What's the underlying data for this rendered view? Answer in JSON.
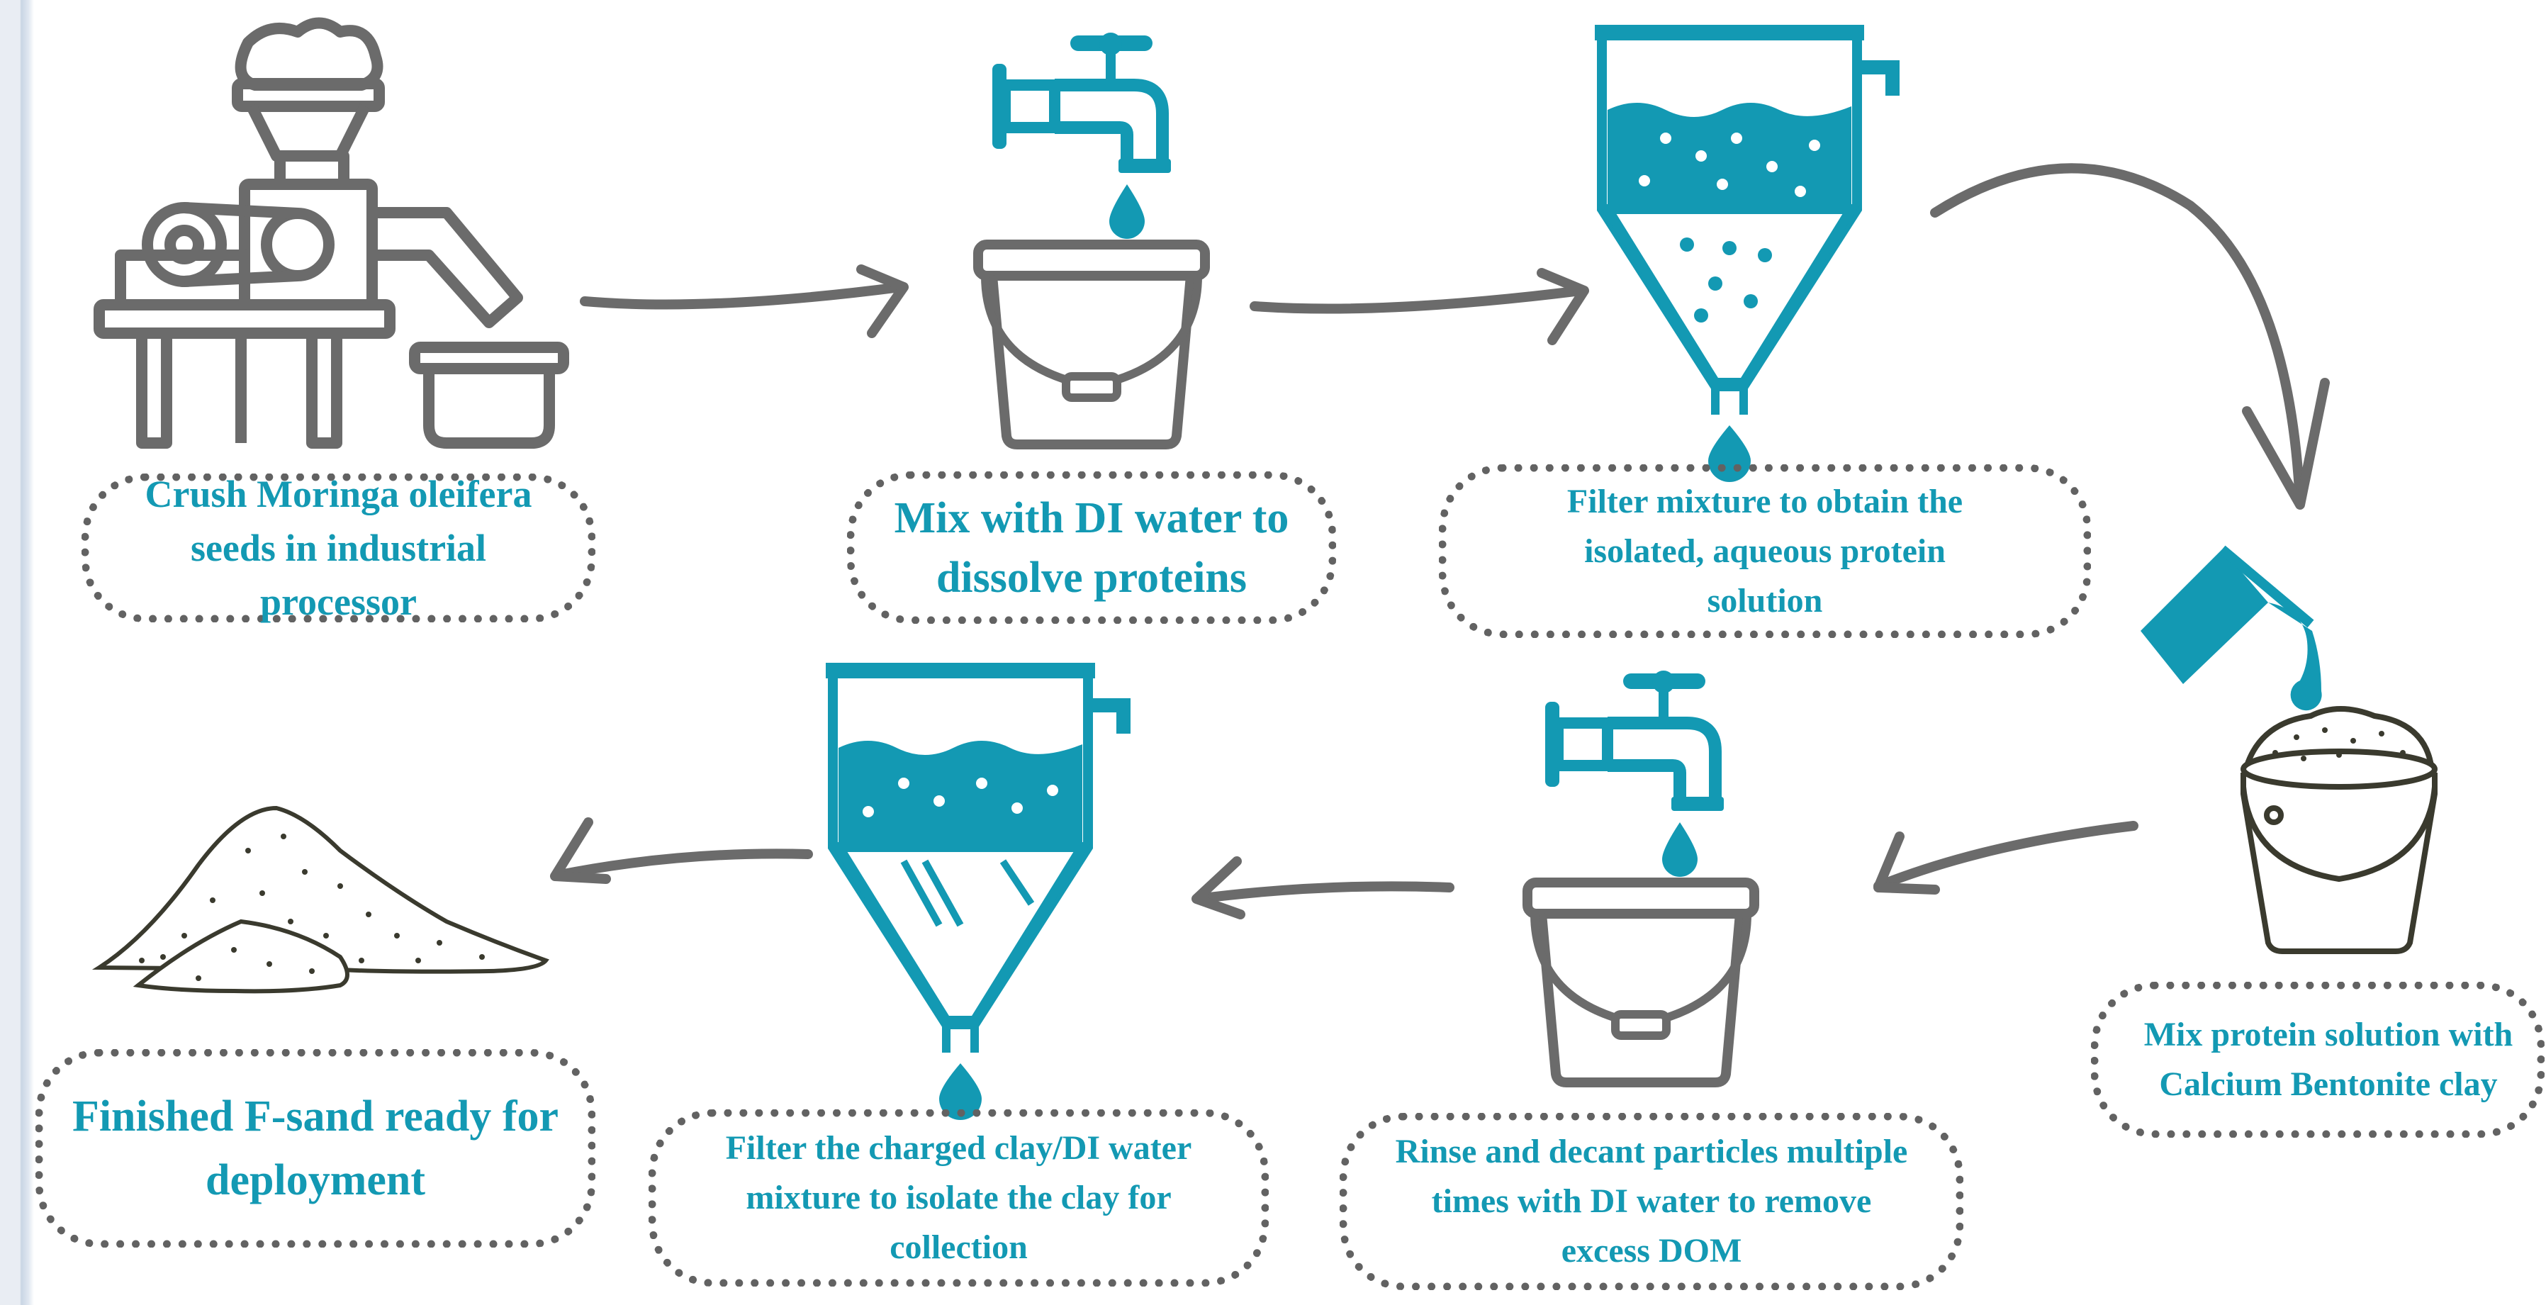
{
  "steps": [
    {
      "id": "crush",
      "label": "Crush Moringa oleifera\nseeds in industrial processor"
    },
    {
      "id": "mix-water",
      "label": "Mix with DI water to\ndissolve proteins"
    },
    {
      "id": "filter-protein",
      "label": "Filter mixture to obtain the\nisolated, aqueous protein\nsolution"
    },
    {
      "id": "mix-clay",
      "label": "Mix protein solution with\nCalcium Bentonite clay"
    },
    {
      "id": "rinse",
      "label": "Rinse and decant particles multiple\ntimes with DI water to remove\nexcess DOM"
    },
    {
      "id": "filter-clay",
      "label": "Filter the charged clay/DI water\nmixture to isolate the clay for\ncollection"
    },
    {
      "id": "finished",
      "label": "Finished F-sand ready for\ndeployment"
    }
  ],
  "icons": [
    "grinder-machine-icon",
    "water-tap-icon",
    "bucket-icon",
    "filter-funnel-icon",
    "pouring-beaker-icon",
    "clay-bucket-icon",
    "sand-pile-icon"
  ],
  "colors": {
    "accent": "#1399b3",
    "icon_gray": "#6b6b6b",
    "text": "#1399b3",
    "border": "#626262"
  }
}
